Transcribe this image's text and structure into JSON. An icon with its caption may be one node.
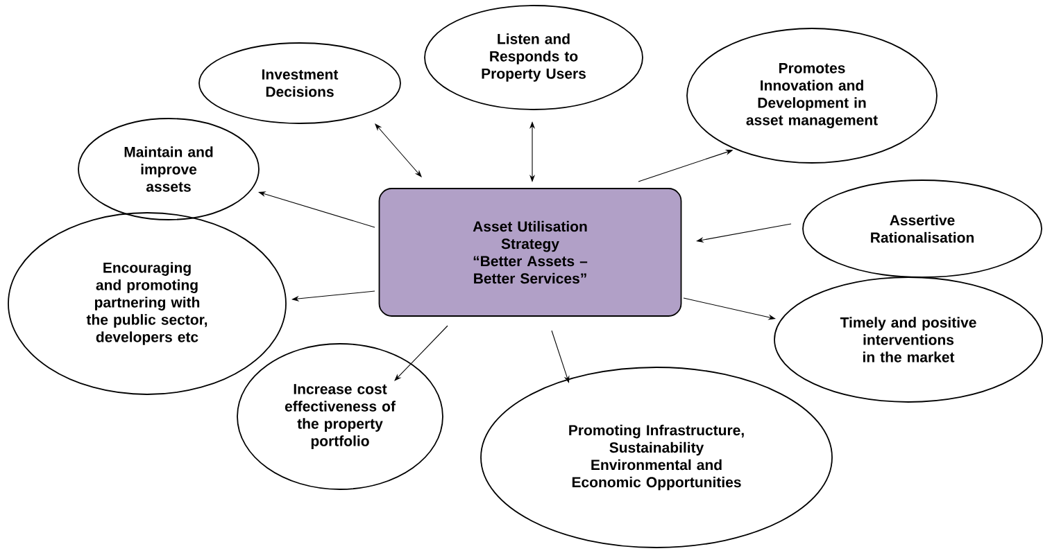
{
  "diagram": {
    "nodes": [
      {
        "text": [
          "Investment Decisions"
        ]
      },
      {
        "text": [
          "Listen and Responds to Property Users"
        ]
      },
      {
        "text": [
          "Promotes Innovation and Development in asset management"
        ]
      },
      {
        "text": [
          "Maintain and improve assets"
        ]
      },
      {
        "text": [
          "Asset Utilisation Strategy",
          "“Better Assets – Better Services”"
        ]
      },
      {
        "text": [
          "Assertive Rationalisation"
        ]
      },
      {
        "text": [
          "Encouraging and promoting partnering with the public sector, developers etc"
        ]
      },
      {
        "text": [
          "Timely and positive interventions in the market"
        ]
      },
      {
        "text": [
          "Increase cost effectiveness of the property portfolio"
        ]
      },
      {
        "text": [
          "Promoting Infrastructure, Sustainability Environmental and Economic Opportunities"
        ]
      }
    ],
    "edges": [
      {
        "from": 4,
        "to": 0,
        "arrow": "both"
      },
      {
        "from": 4,
        "to": 1,
        "arrow": "both"
      },
      {
        "from": 4,
        "to": 2,
        "arrow": "to"
      },
      {
        "from": 4,
        "to": 3,
        "arrow": "to"
      },
      {
        "from": 5,
        "to": 4,
        "arrow": "to"
      },
      {
        "from": 4,
        "to": 6,
        "arrow": "to"
      },
      {
        "from": 4,
        "to": 7,
        "arrow": "to"
      },
      {
        "from": 4,
        "to": 8,
        "arrow": "to"
      },
      {
        "from": 4,
        "to": 9,
        "arrow": "to"
      }
    ]
  }
}
